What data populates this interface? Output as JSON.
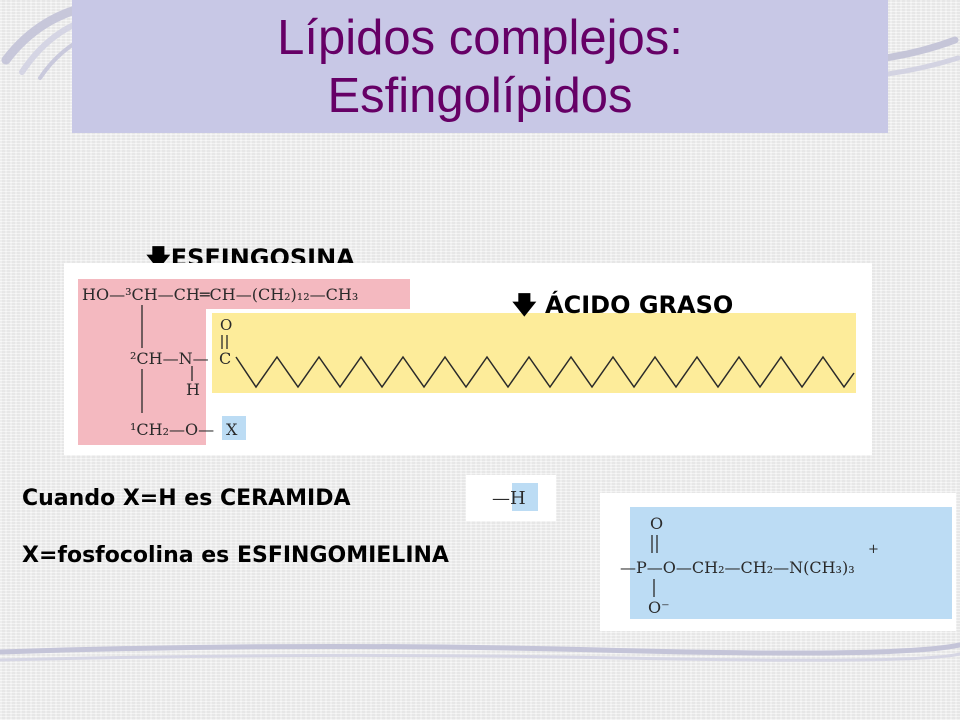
{
  "title": {
    "line1": "Lípidos complejos:",
    "line2": "Esfingolípidos"
  },
  "labels": {
    "sphingosine": "ESFINGOSINA",
    "fatty_acid": "ÁCIDO GRASO",
    "arrow_icon": "down-arrow-icon"
  },
  "structure": {
    "top_chain": "HO—³CH—CH═CH—(CH₂)₁₂—CH₃",
    "carbonyl_o": "O",
    "carbonyl_c": "C",
    "middle": "²CH—N—",
    "amide_h": "H",
    "bottom": "¹CH₂—O—",
    "x_group": "X"
  },
  "statements": {
    "ceramide": "Cuando X=H es CERAMIDA",
    "sphingomyelin": "X=fosfocolina es ESFINGOMIELINA"
  },
  "h_group": "—H",
  "phosphocholine": {
    "o_top": "O",
    "chain": "—P—O—CH₂—CH₂—N(CH₃)₃",
    "plus": "+",
    "o_bottom": "O⁻"
  },
  "colors": {
    "title_bg": "#c8c8e6",
    "title_text": "#660066",
    "sphingosine_highlight": "#f4b9c0",
    "fatty_acid_highlight": "#fdec9a",
    "x_highlight": "#bcdcf4"
  }
}
